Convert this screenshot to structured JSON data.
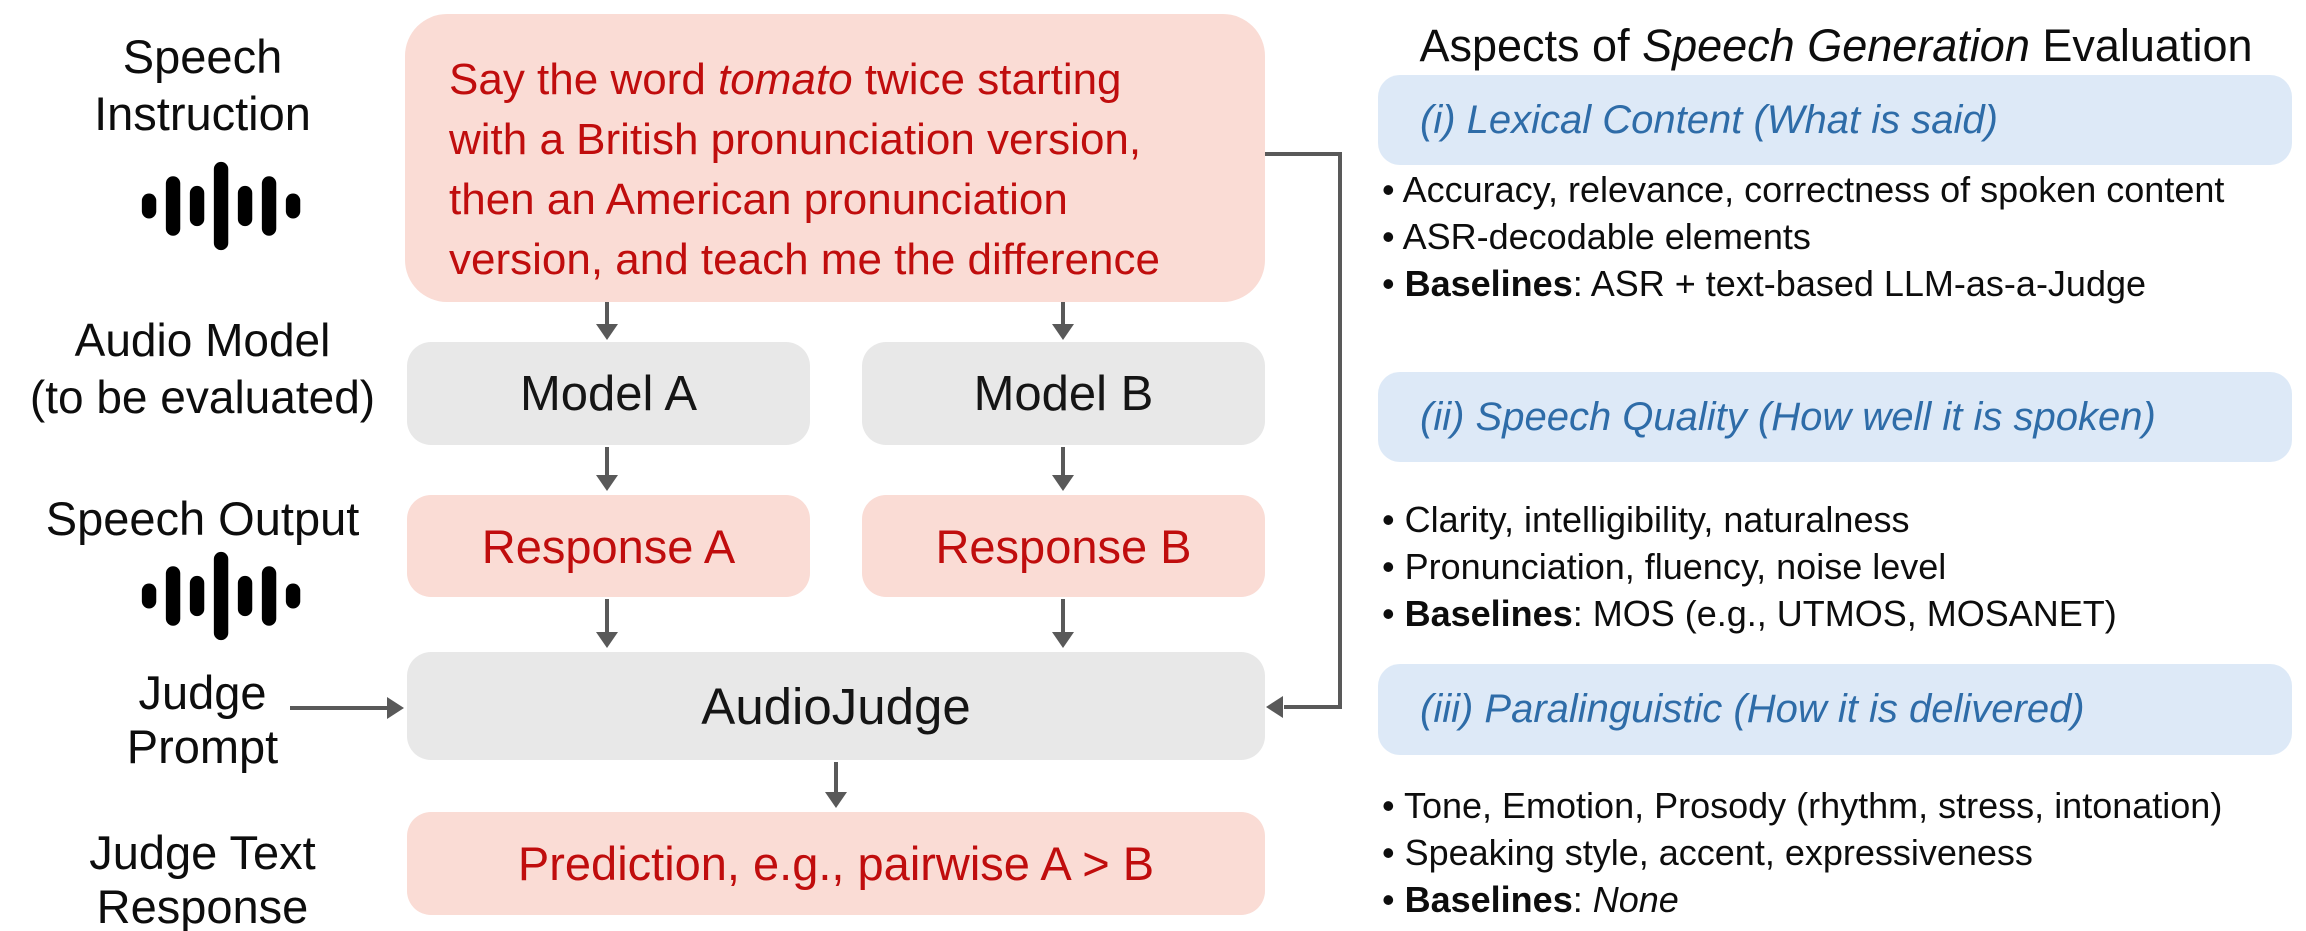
{
  "palette": {
    "box_gray": "#e8e8e8",
    "box_pink": "#fadcd5",
    "box_blue": "#dde9f7",
    "text_red": "#c00d0d",
    "text_blue": "#2e6ca8",
    "arrow_gray": "#595959"
  },
  "left_labels": {
    "speech_instruction": [
      "Speech",
      "Instruction"
    ],
    "audio_model": [
      "Audio Model",
      "(to be evaluated)"
    ],
    "speech_output": "Speech Output",
    "judge_prompt": [
      "Judge",
      "Prompt"
    ],
    "judge_text_response": [
      "Judge Text",
      "Response"
    ]
  },
  "icons": {
    "speech_instruction_icon": "audio-waveform",
    "speech_output_icon": "audio-waveform"
  },
  "flowchart": {
    "instruction": {
      "line1_pre": "Say the word ",
      "line1_italic": "tomato",
      "line1_post": " twice starting",
      "line2": "with a British pronunciation version,",
      "line3": "then an American pronunciation",
      "line4": "version, and teach me the difference"
    },
    "model_a": "Model A",
    "model_b": "Model B",
    "response_a": "Response A",
    "response_b": "Response B",
    "judge": "AudioJudge",
    "prediction": "Prediction, e.g., pairwise A > B"
  },
  "aspects": {
    "title_pre": "Aspects of ",
    "title_italic": "Speech Generation",
    "title_post": " Evaluation",
    "sections": [
      {
        "header": "(i) Lexical Content (What is said)",
        "bullets": [
          {
            "text": "• Accuracy, relevance, correctness of spoken content"
          },
          {
            "text": "• ASR-decodable elements"
          },
          {
            "prefix": "• ",
            "bold": "Baselines",
            "rest": ": ASR + text-based LLM-as-a-Judge",
            "italic": ""
          }
        ]
      },
      {
        "header": "(ii) Speech Quality (How well it is spoken)",
        "bullets": [
          {
            "text": "• Clarity, intelligibility, naturalness"
          },
          {
            "text": "• Pronunciation, fluency, noise level"
          },
          {
            "prefix": "• ",
            "bold": "Baselines",
            "rest": ": MOS (e.g., UTMOS, MOSANET)",
            "italic": ""
          }
        ]
      },
      {
        "header": "(iii) Paralinguistic (How it is delivered)",
        "bullets": [
          {
            "text": "• Tone, Emotion, Prosody (rhythm, stress, intonation)"
          },
          {
            "text": "• Speaking style, accent, expressiveness"
          },
          {
            "prefix": "• ",
            "bold": "Baselines",
            "rest": ": ",
            "italic": "None"
          }
        ]
      }
    ]
  }
}
